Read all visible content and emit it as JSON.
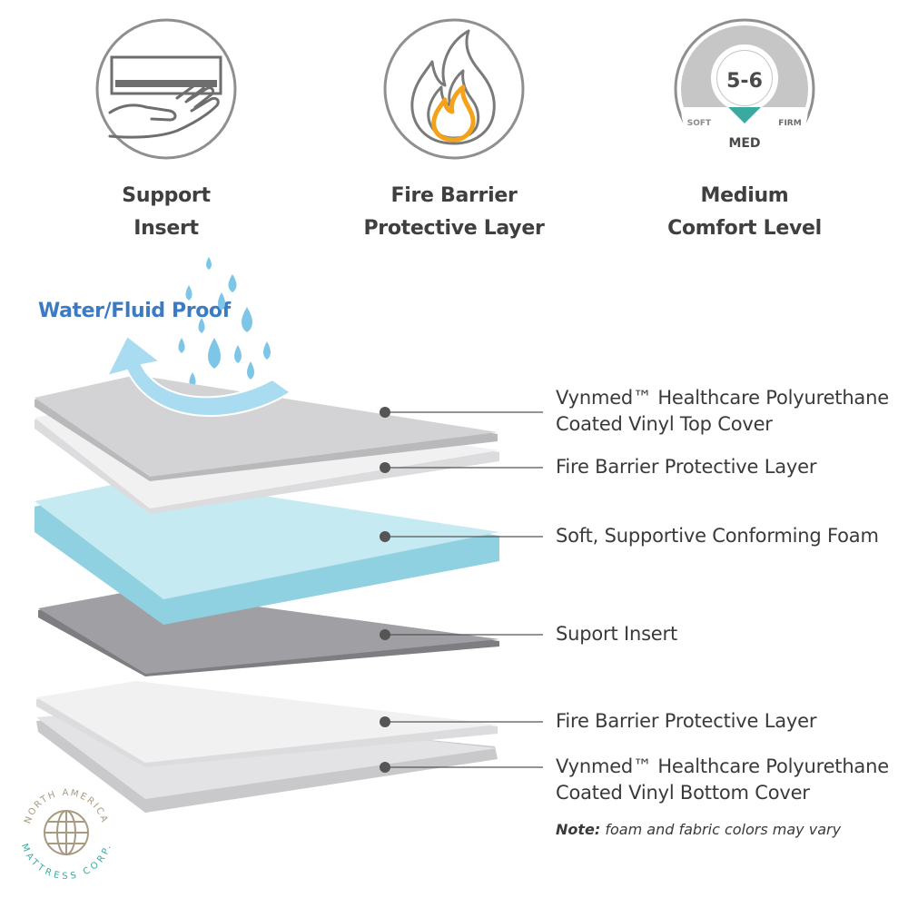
{
  "features": [
    {
      "line1": "Support",
      "line2": "Insert",
      "icon": "hand-support-icon"
    },
    {
      "line1": "Fire Barrier",
      "line2": "Protective Layer",
      "icon": "flame-icon"
    },
    {
      "line1": "Medium",
      "line2": "Comfort Level",
      "icon": "comfort-dial-icon"
    }
  ],
  "comfort_dial": {
    "range": "5-6",
    "soft_label": "SOFT",
    "firm_label": "FIRM",
    "level_label": "MED"
  },
  "water_label": "Water/Fluid Proof",
  "layers": [
    {
      "line1": "Vynmed™ Healthcare Polyurethane",
      "line2": "Coated Vinyl Top Cover",
      "color": "#cfcfd1"
    },
    {
      "line1": "Fire Barrier Protective Layer",
      "line2": "",
      "color": "#ececed"
    },
    {
      "line1": "Soft, Supportive Conforming Foam",
      "line2": "",
      "color": "#bfe6ef"
    },
    {
      "line1": "Suport Insert",
      "line2": "",
      "color": "#9c9ca0"
    },
    {
      "line1": "Fire Barrier Protective Layer",
      "line2": "",
      "color": "#ececed"
    },
    {
      "line1": "Vynmed™ Healthcare Polyurethane",
      "line2": "Coated Vinyl Bottom Cover",
      "color": "#cfcfd1"
    }
  ],
  "note": {
    "label": "Note:",
    "text": "foam and fabric colors may vary"
  },
  "logo": {
    "top_text": "NORTH AMERICA",
    "bottom_text": "MATTRESS CORP."
  },
  "colors": {
    "accent_teal": "#3aa9a0",
    "flame_orange": "#f5a21b",
    "water_blue": "#3b7bc4",
    "icon_gray": "#9a9a9a"
  }
}
